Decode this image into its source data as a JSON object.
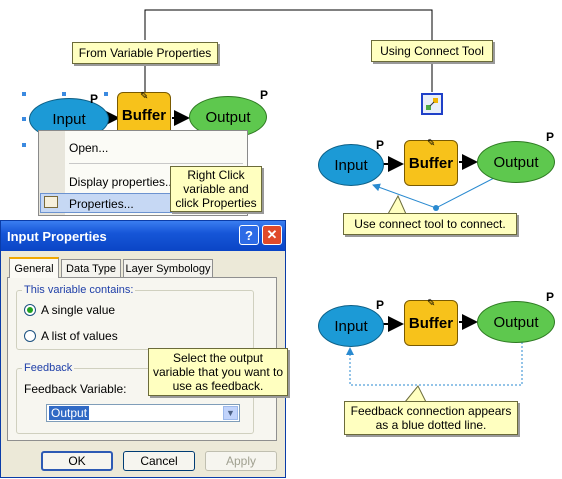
{
  "callouts": {
    "from_variable_properties": "From Variable Properties",
    "using_connect_tool": "Using Connect Tool",
    "right_click": "Right Click variable and click Properties",
    "use_connect_tool": "Use connect tool to connect.",
    "feedback_connection": "Feedback connection appears as a blue dotted line.",
    "select_output": "Select the output variable that you want to use as feedback."
  },
  "model": {
    "input_label": "Input",
    "buffer_label": "Buffer",
    "output_label": "Output",
    "p_marker": "P"
  },
  "context_menu": {
    "items": [
      "Open...",
      "Display properties...",
      "Properties..."
    ]
  },
  "dialog": {
    "title": "Input Properties",
    "help_button": "?",
    "close_button": "✕",
    "tabs": [
      "General",
      "Data Type",
      "Layer Symbology"
    ],
    "contains_group_label": "This variable contains:",
    "option_single": "A single value",
    "option_list": "A list of values",
    "feedback_group_label": "Feedback",
    "feedback_variable_label": "Feedback Variable:",
    "feedback_value": "Output",
    "ok": "OK",
    "cancel": "Cancel",
    "apply": "Apply"
  },
  "colors": {
    "variable_blue": "#1c9ad6",
    "tool_yellow": "#f7c21b",
    "output_green": "#5ec84e",
    "callout_fill": "#ffffc0"
  }
}
